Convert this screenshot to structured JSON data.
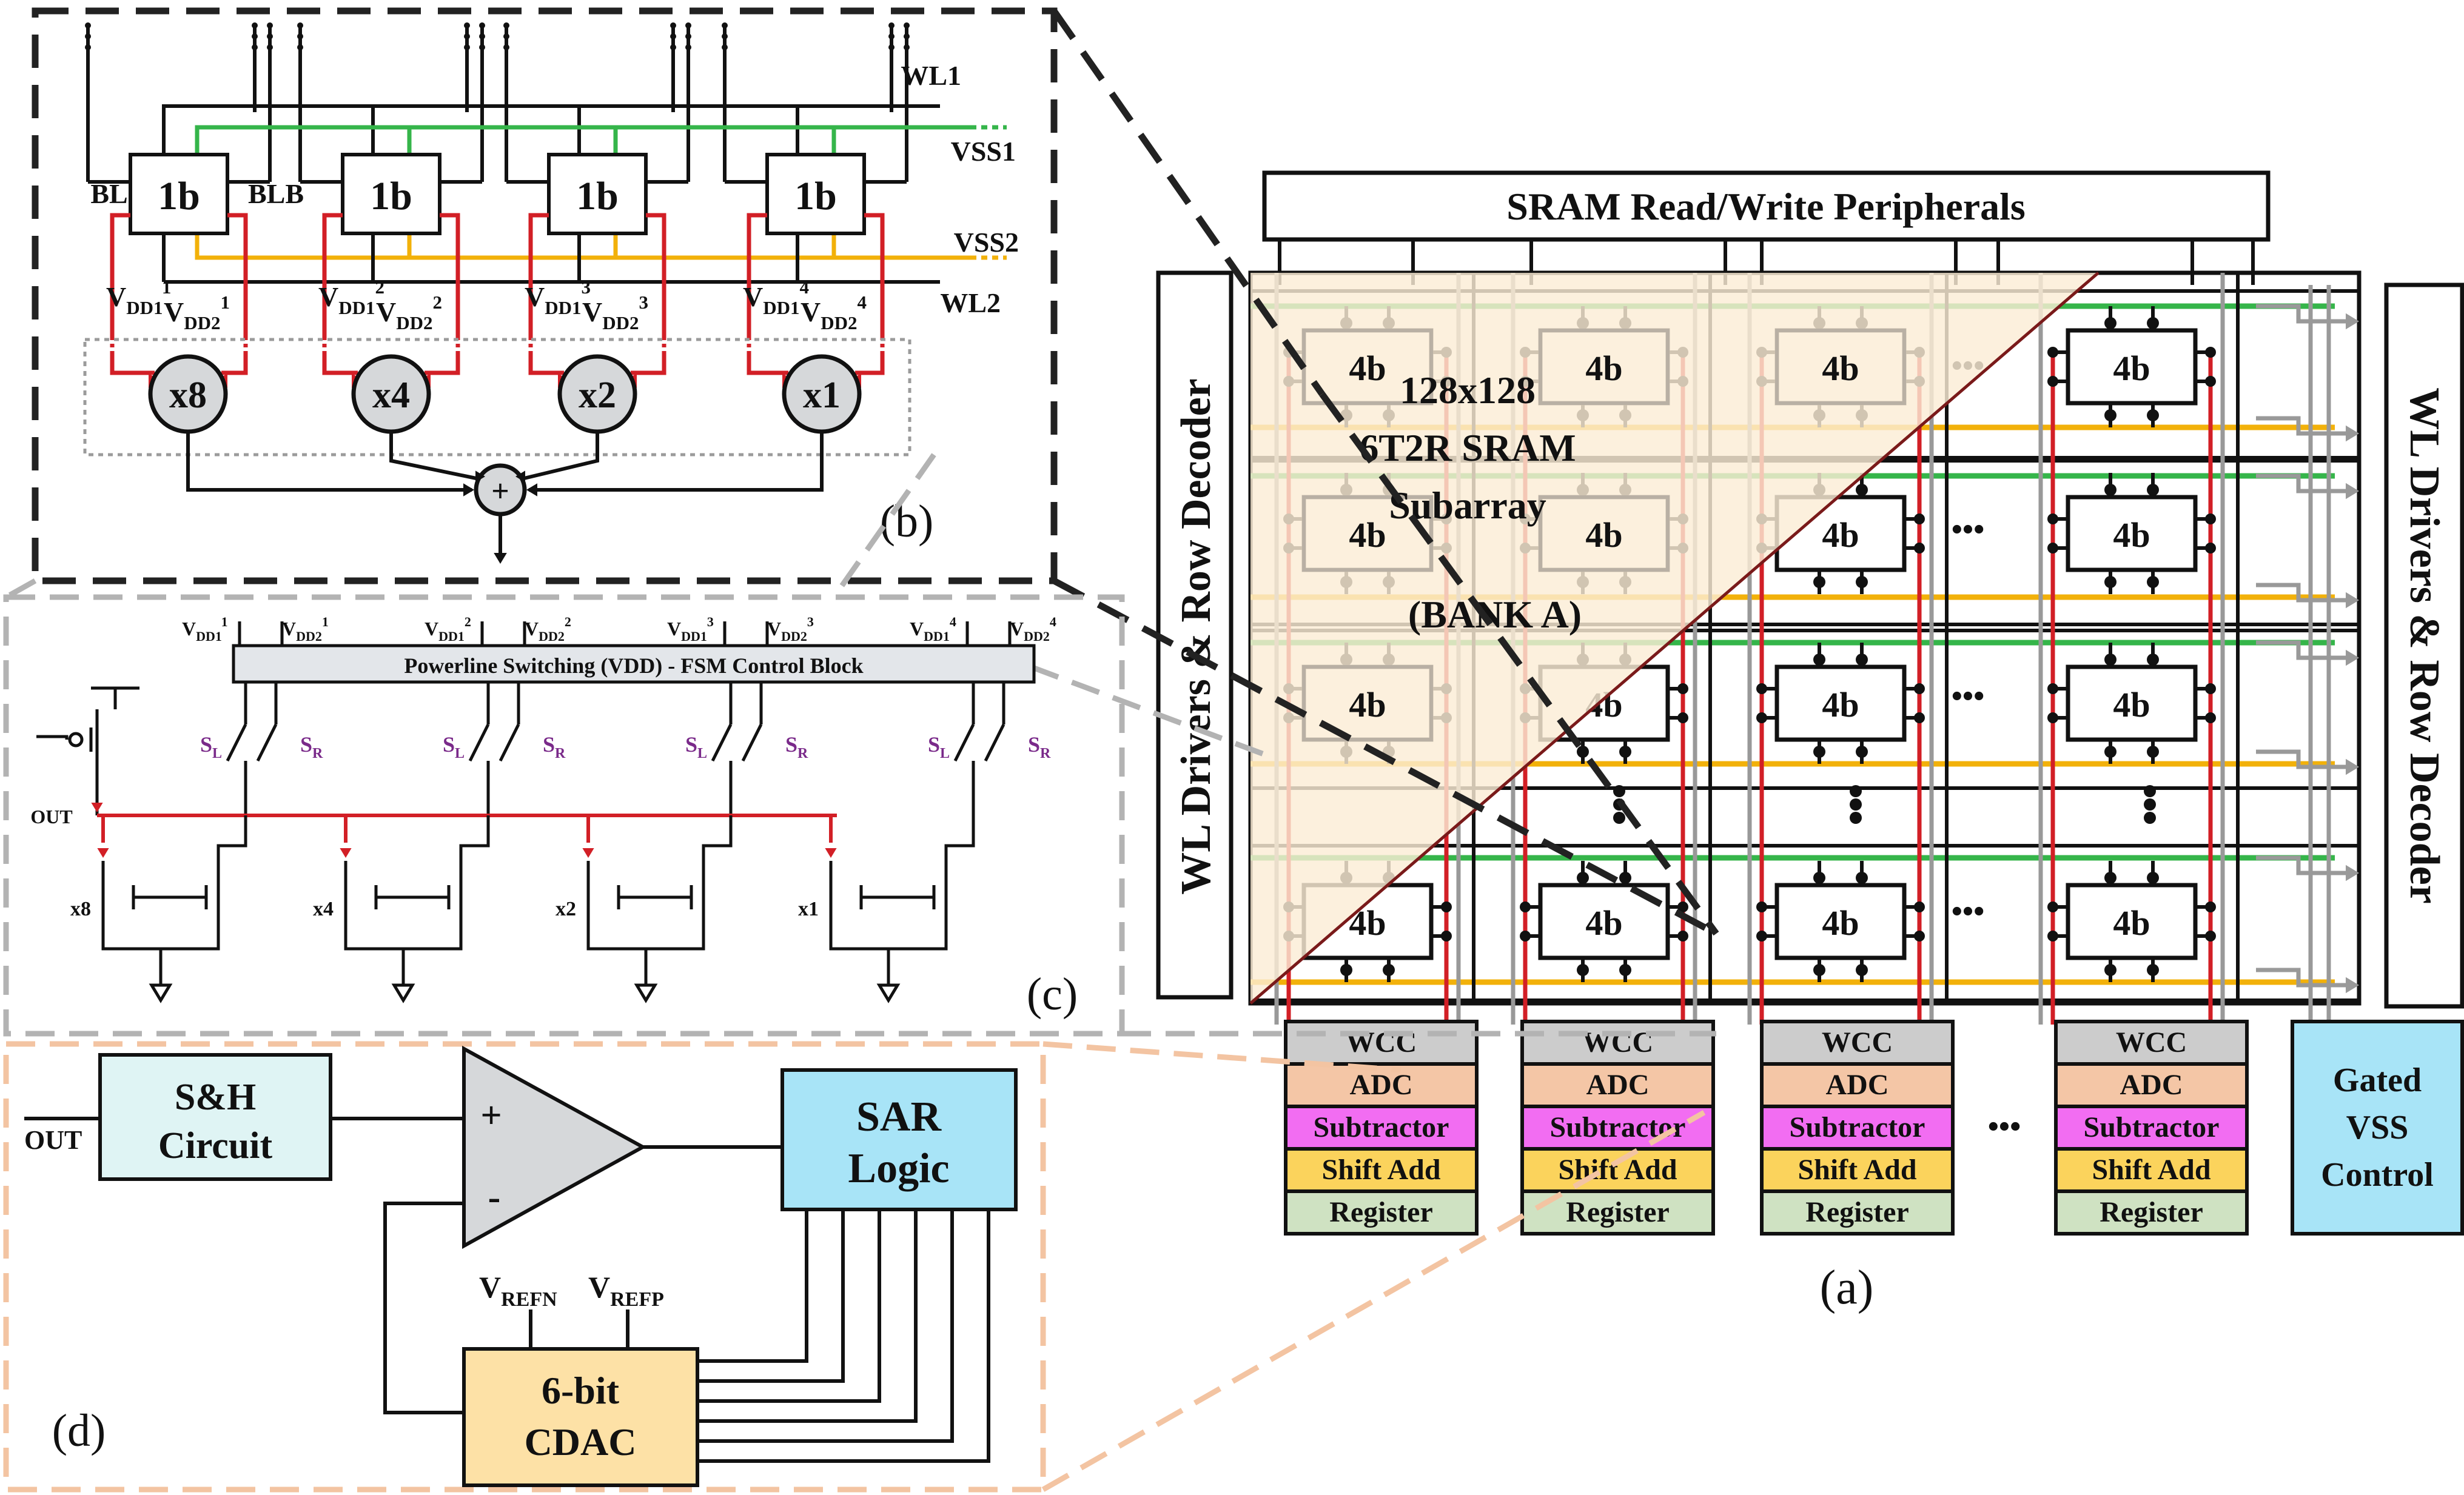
{
  "colors": {
    "green": "#35b54a",
    "orange": "#f2b10a",
    "red": "#d21f26",
    "gray": "#999999",
    "tri_fill": "#fbedd5",
    "wcc": "#cccccc",
    "adc": "#f4c6a6",
    "subtractor": "#f26df2",
    "shiftadd": "#fbd35c",
    "register": "#cfe2c2",
    "gated": "#a8e4f7",
    "sh": "#dff4f4",
    "sar": "#a8e4f7",
    "cdac": "#fde1a6",
    "fsm": "#e3e6ea",
    "panel_b_border": "#222222",
    "panel_c_border": "#b3b3b3",
    "panel_d_border": "#f3c4a2"
  },
  "panel_a": {
    "label": "(a)",
    "peripherals": "SRAM Read/Write Peripherals",
    "wl_left": "WL Drivers & Row Decoder",
    "wl_right": "WL Drivers & Row Decoder",
    "cell": "4b",
    "dots": "•••",
    "subarray": [
      "128x128",
      "6T2R SRAM",
      "Subarray"
    ],
    "bank": "(BANK A)",
    "stack": [
      "WCC",
      "ADC",
      "Subtractor",
      "Shift Add",
      "Register"
    ],
    "gated": [
      "Gated",
      "VSS",
      "Control"
    ]
  },
  "panel_b": {
    "label": "(b)",
    "cell": "1b",
    "bl": "BL",
    "blb": "BLB",
    "wl1": "WL1",
    "wl2": "WL2",
    "vss1": "VSS1",
    "vss2": "VSS2",
    "vdd1": "V",
    "vdd1_sub": "DD1",
    "vdd2": "V",
    "vdd2_sub": "DD2",
    "sups": [
      "1",
      "2",
      "3",
      "4"
    ],
    "weights": [
      "x8",
      "x4",
      "x2",
      "x1"
    ],
    "plus": "+"
  },
  "panel_c": {
    "label": "(c)",
    "fsm": "Powerline Switching (VDD) - FSM Control Block",
    "sl": "S",
    "sl_sub": "L",
    "sr": "S",
    "sr_sub": "R",
    "out": "OUT",
    "weights": [
      "x8",
      "x4",
      "x2",
      "x1"
    ],
    "v": "V",
    "dd1": "DD1",
    "dd2": "DD2",
    "sups": [
      "1",
      "2",
      "3",
      "4"
    ]
  },
  "panel_d": {
    "label": "(d)",
    "out": "OUT",
    "sh": [
      "S&H",
      "Circuit"
    ],
    "plus": "+",
    "minus": "-",
    "sar": [
      "SAR",
      "Logic"
    ],
    "cdac": [
      "6-bit",
      "CDAC"
    ],
    "vrefn": "V",
    "vrefn_sub": "REFN",
    "vrefp": "V",
    "vrefp_sub": "REFP"
  }
}
